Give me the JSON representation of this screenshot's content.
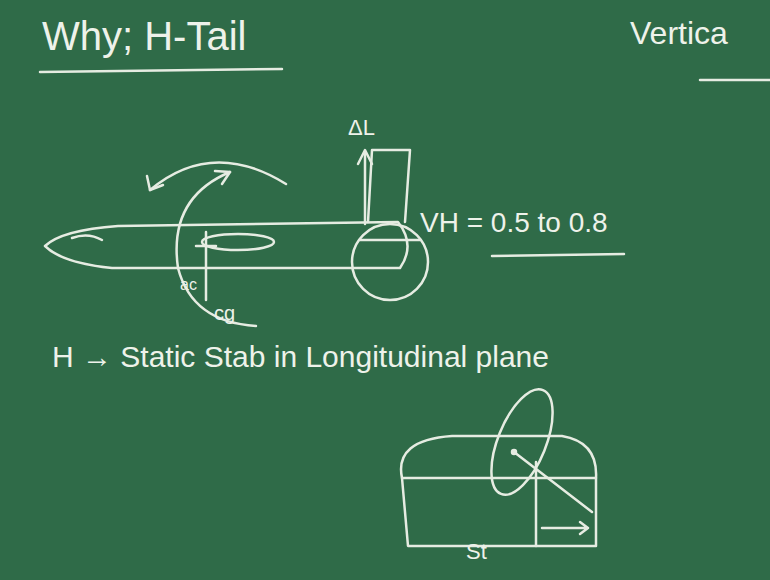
{
  "diagram": {
    "title": "Why; H-Tail",
    "labels": [
      "Vertica",
      "ΔL",
      "VH = 0.5 to 0.8",
      "ac",
      "cg",
      "H → Static Stab in Longitudinal plane",
      "St"
    ]
  }
}
